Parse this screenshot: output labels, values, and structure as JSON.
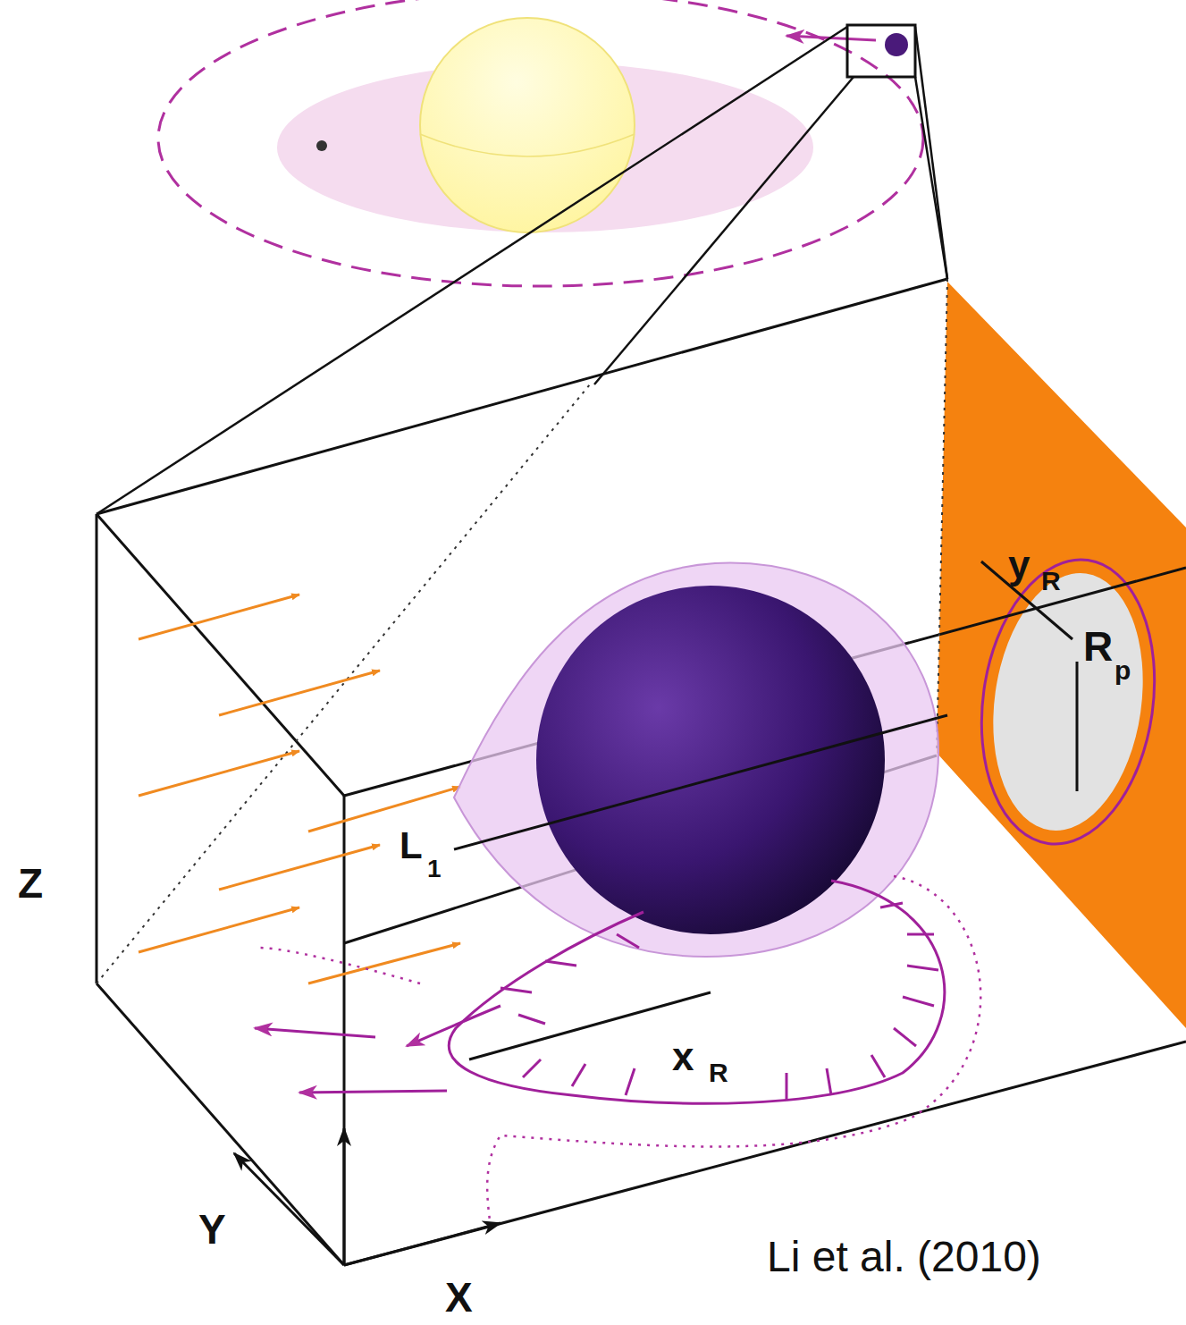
{
  "diagram": {
    "labels": [
      "L",
      "1",
      "x",
      "R",
      "y",
      "R",
      "R",
      "p",
      "Z",
      "Y",
      "X",
      "Li et al. (2010)"
    ]
  }
}
